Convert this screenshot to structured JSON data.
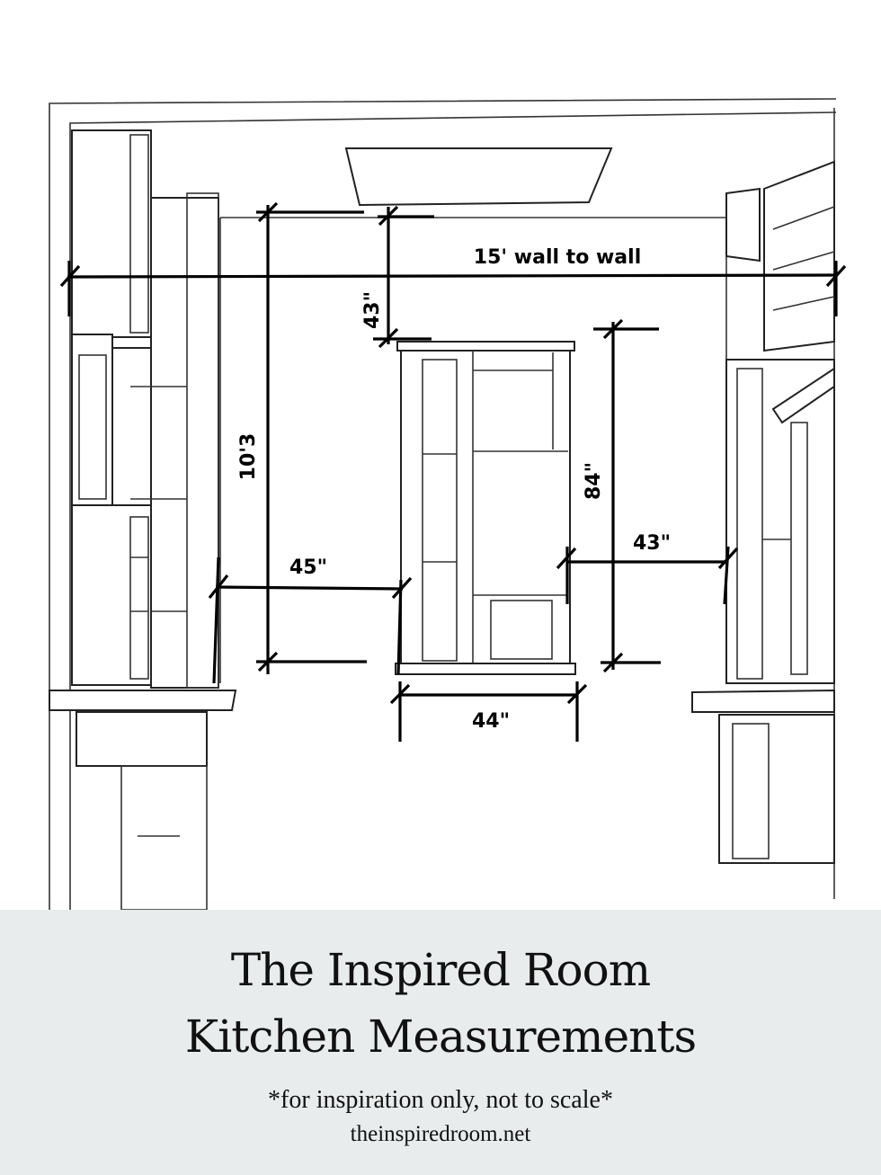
{
  "dimensions": {
    "wall_to_wall": "15' wall to wall",
    "ceiling_height": "10'3",
    "upper_clearance": "43\"",
    "island_height": "84\"",
    "left_aisle": "45\"",
    "right_aisle": "43\"",
    "island_width": "44\""
  },
  "footer": {
    "title_line1": "The Inspired Room",
    "title_line2": "Kitchen Measurements",
    "disclaimer": "*for inspiration only, not to scale*",
    "website": "theinspiredroom.net"
  },
  "colors": {
    "footer_bg": "#e8ecec",
    "ink": "#000000"
  }
}
